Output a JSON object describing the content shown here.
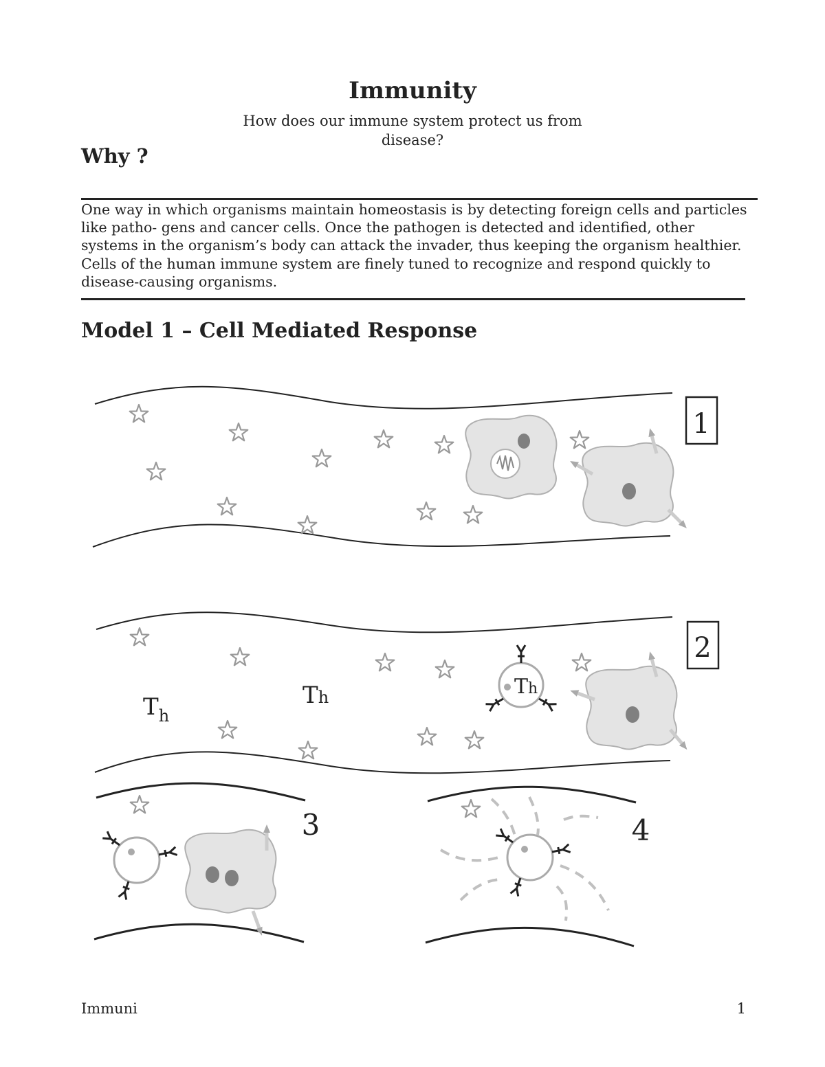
{
  "header": {
    "title": "Immunity",
    "subtitle": "How does our immune system protect us from disease?"
  },
  "why": {
    "heading": "Why ?",
    "text": "One way in which organisms maintain homeostasis is by detecting foreign cells and particles like patho- gens and cancer cells. Once the pathogen is detected and identified, other systems in the organism’s body can attack the invader, thus keeping the organism healthier. Cells of the human immune system are finely tuned to recognize and respond quickly to disease-causing organisms."
  },
  "model": {
    "title": "Model 1 – Cell Mediated Response",
    "panels": [
      {
        "number": "1"
      },
      {
        "number": "2",
        "cell_label_main": "T",
        "cell_label_sub": "h"
      },
      {
        "number": "3"
      },
      {
        "number": "4"
      }
    ]
  },
  "footer": {
    "left": "Immuni",
    "page": "1"
  },
  "colors": {
    "ink": "#222222",
    "cell_fill": "#e4e4e4",
    "cell_stroke": "#aaaaaa",
    "nucleus": "#808080",
    "star": "#999999"
  }
}
